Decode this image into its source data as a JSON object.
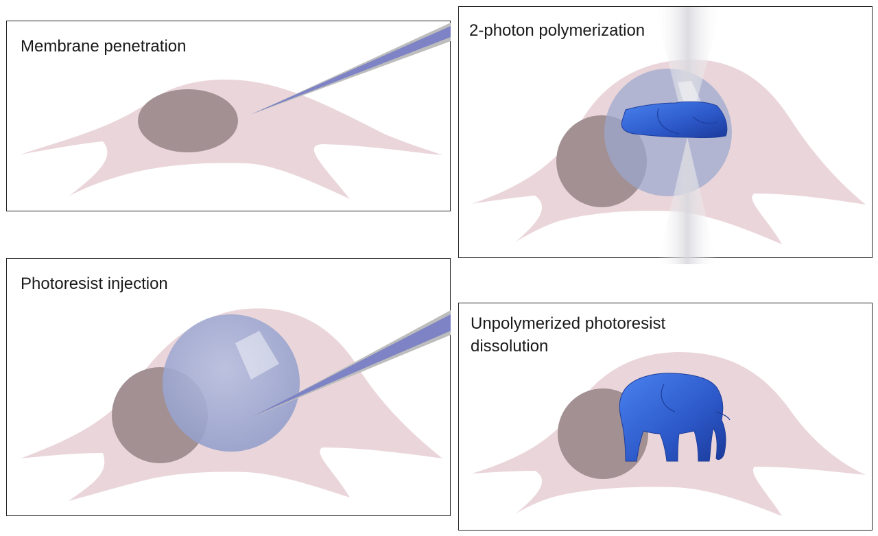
{
  "panels": {
    "membrane_penetration": {
      "title": "Membrane penetration"
    },
    "two_photon": {
      "title": "2-photon polymerization"
    },
    "photoresist_injection": {
      "title": "Photoresist injection"
    },
    "dissolution": {
      "title": "Unpolymerized photoresist\ndissolution",
      "title_line1": "Unpolymerized photoresist",
      "title_line2": "dissolution"
    }
  },
  "colors": {
    "cell": "#ead6da",
    "nucleus": "#a29093",
    "photoresist": "#9ba7cf",
    "needle": "#7d83c4",
    "needle_rim": "#b9b9b9",
    "elephant": "#2f5fcf",
    "laser": "#e8e8ec"
  },
  "icons": [
    "micropipette",
    "cell",
    "nucleus",
    "photoresist-droplet",
    "laser-beam",
    "elephant"
  ]
}
